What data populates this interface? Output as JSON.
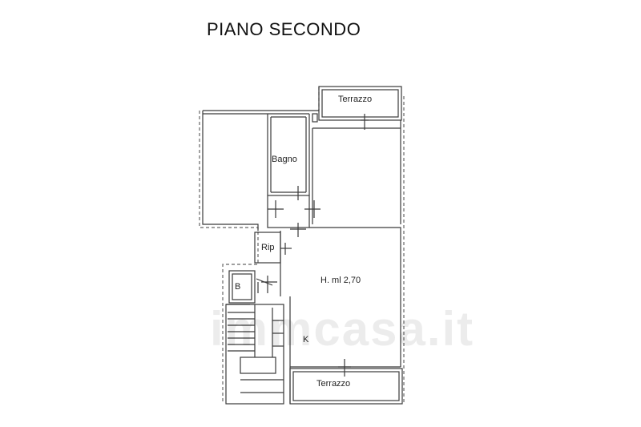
{
  "title": "PIANO SECONDO",
  "rooms": {
    "terrazzo_top": "Terrazzo",
    "bagno": "Bagno",
    "rip": "Rip",
    "b": "B",
    "height": "H. ml 2,70",
    "k": "K",
    "terrazzo_bottom": "Terrazzo"
  },
  "watermark": "immcasa.it",
  "colors": {
    "line": "#3a3a3a",
    "background": "#ffffff"
  }
}
